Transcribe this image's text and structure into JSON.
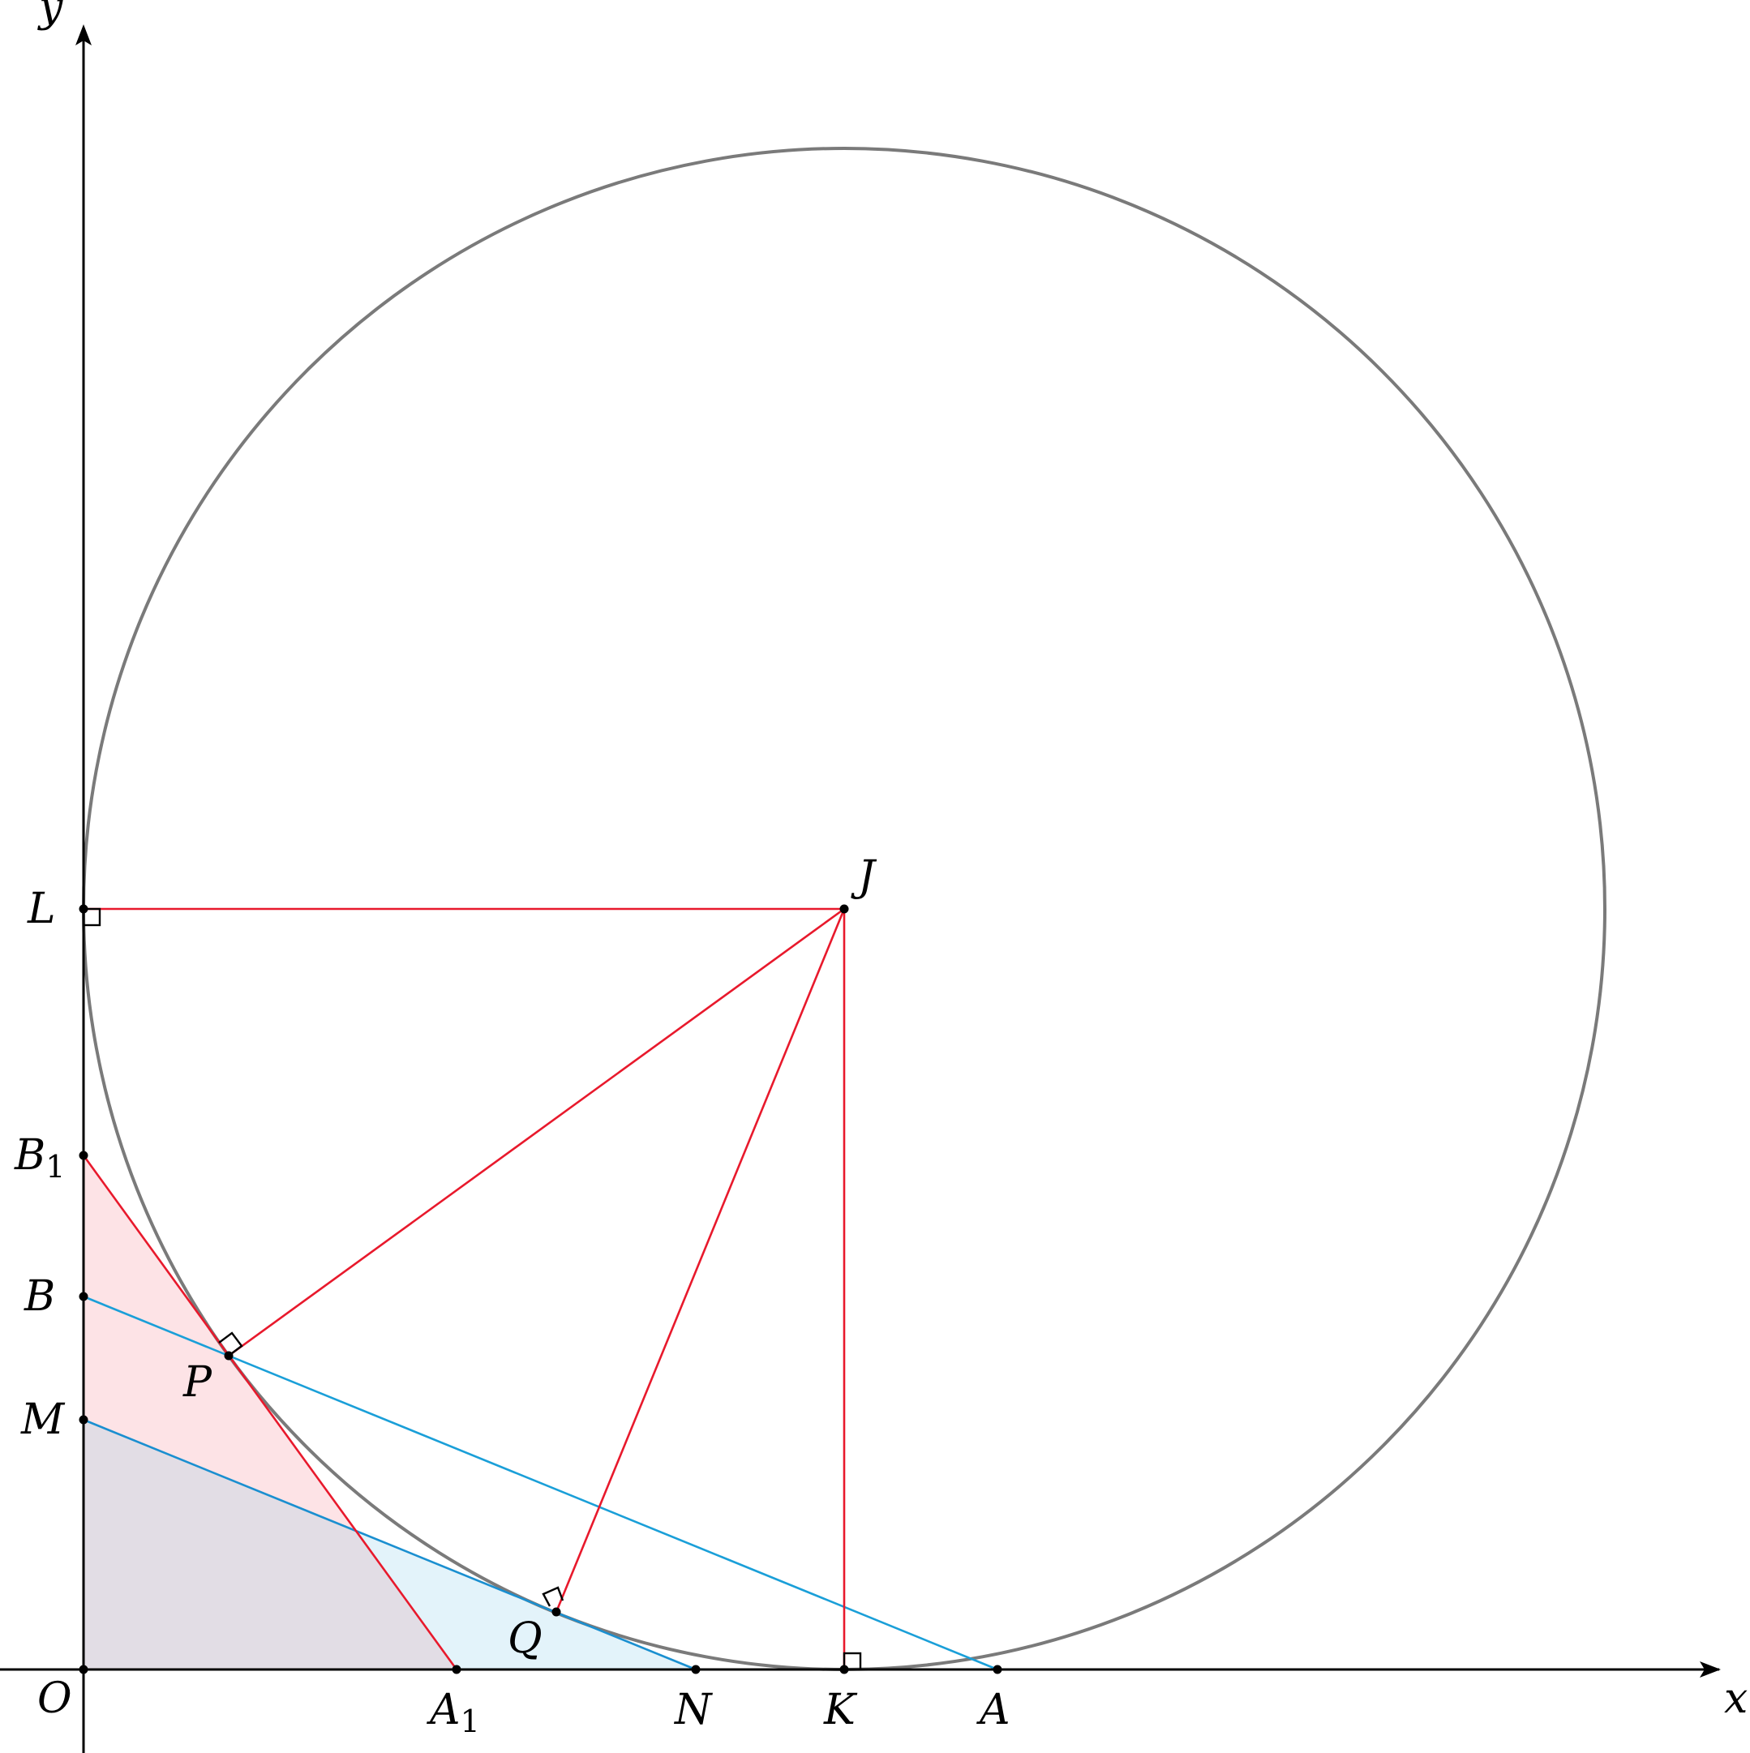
{
  "axes": {
    "x_label": "x",
    "y_label": "y"
  },
  "points": {
    "O": "O",
    "A1": "A",
    "A1_sub": "1",
    "N": "N",
    "K": "K",
    "A": "A",
    "M": "M",
    "B": "B",
    "B1": "B",
    "B1_sub": "1",
    "L": "L",
    "J": "J",
    "P": "P",
    "Q": "Q"
  },
  "colors": {
    "axis": "#000000",
    "circle": "#7a7a7a",
    "red": "#e8192c",
    "blue": "#1a9fd8",
    "pink_fill": "#fde3e6",
    "lightblue_fill": "#e3f3fa",
    "overlap_fill": "#e2dde5"
  }
}
